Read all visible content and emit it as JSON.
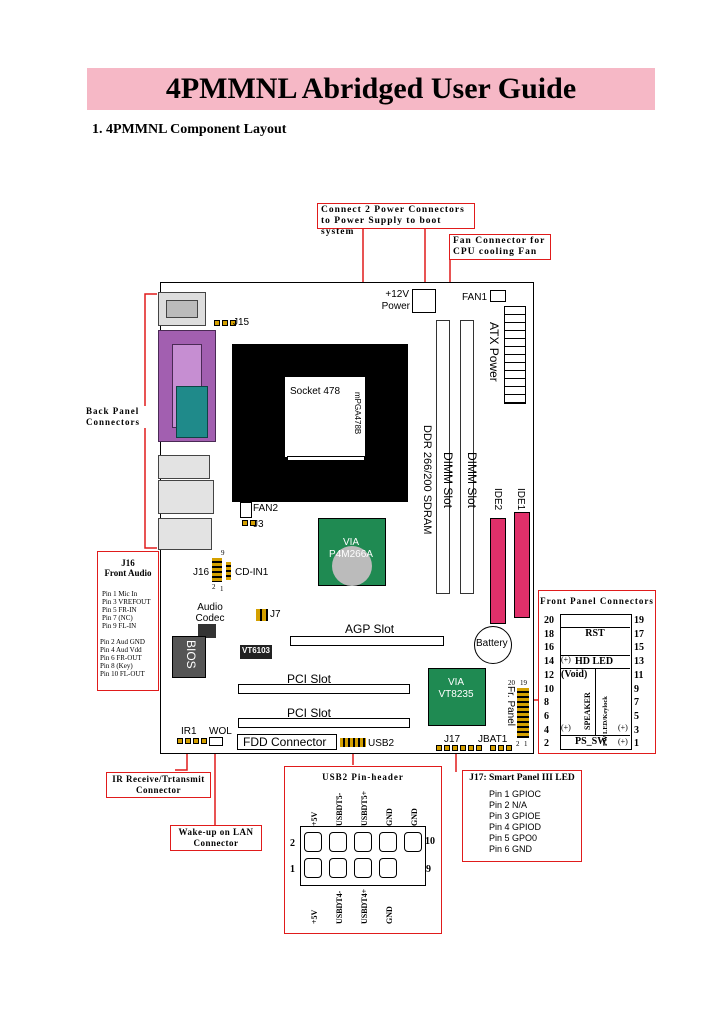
{
  "header": {
    "title": "4PMMNL Abridged User Guide",
    "subtitle": "1. 4PMMNL Component Layout"
  },
  "callouts": {
    "power_top": "Connect 2 Power Connectors",
    "power_bottom": "to Power Supply to boot system",
    "fan_top": "Fan Connector for",
    "fan_bottom": "CPU cooling Fan",
    "back_top": "Back Panel",
    "back_bottom": "Connectors",
    "ir_top": "IR Receive/Trtansmit",
    "ir_bottom": "Connector",
    "wol_top": "Wake-up on LAN",
    "wol_bottom": "Connector"
  },
  "board": {
    "plus12v": "+12V",
    "power": "Power",
    "fan1": "FAN1",
    "j15": "J15",
    "socket": "Socket 478",
    "mpga": "mPGA478B",
    "ddr": "DDR 266/200 SDRAM",
    "dimm1": "DIMM Slot",
    "dimm2": "DIMM Slot",
    "atx": "ATX Power",
    "ide2": "IDE2",
    "ide1": "IDE1",
    "fan2": "FAN2",
    "j3": "J3",
    "via_north_1": "VIA",
    "via_north_2": "P4M266A",
    "j16": "J16",
    "cdin": "CD-IN1",
    "j16_pin9": "9",
    "j16_pin2": "2",
    "j16_pin1": "1",
    "audio_1": "Audio",
    "audio_2": "Codec",
    "j7": "J7",
    "agp": "AGP Slot",
    "battery": "Battery",
    "bios": "BIOS",
    "vt6103": "VT6103",
    "pci1": "PCI Slot",
    "pci2": "PCI Slot",
    "via_south_1": "VIA",
    "via_south_2": "VT8235",
    "fr_panel": "Fr. Panel",
    "fr_20": "20",
    "fr_19": "19",
    "fr_2": "2",
    "fr_1": "1",
    "ir1": "IR1",
    "wol": "WOL",
    "fdd": "FDD Connector",
    "usb2": "USB2",
    "j17": "J17",
    "jbat1": "JBAT1"
  },
  "j16_box": {
    "title1": "J16",
    "title2": "Front Audio",
    "pins_a": [
      "Pin 1  Mic In",
      "Pin 3  VREFOUT",
      "Pin 5  FR-IN",
      "Pin 7  (NC)",
      "Pin 9 FL-IN"
    ],
    "pins_b": [
      "Pin 2  Aud GND",
      "Pin 4  Aud Vdd",
      "Pin 6  FR-OUT",
      "Pin 8  (Key)",
      "Pin 10 FL-OUT"
    ]
  },
  "front_panel": {
    "title": "Front Panel Connectors",
    "left_nums": [
      "20",
      "18",
      "16",
      "14",
      "12",
      "10",
      "8",
      "6",
      "4",
      "2"
    ],
    "right_nums": [
      "19",
      "17",
      "15",
      "13",
      "11",
      "9",
      "7",
      "5",
      "3",
      "1"
    ],
    "rst": "RST",
    "hd_led": "HD LED",
    "void": "(Void)",
    "speaker": "SPEAKER",
    "pwled": "PW LED/Keylock",
    "ps_sw": "PS_SW",
    "plus": "(+)"
  },
  "usb_box": {
    "title": "USB2 Pin-header",
    "top_labels": [
      "+5V",
      "USBDT5-",
      "USBDT5+",
      "GND",
      "GND"
    ],
    "bottom_labels": [
      "+5V",
      "USBDT4-",
      "USBDT4+",
      "GND"
    ],
    "n2": "2",
    "n10": "10",
    "n1": "1",
    "n9": "9"
  },
  "j17_box": {
    "title": "J17: Smart Panel III LED",
    "pins": [
      "Pin 1  GPIOC",
      "Pin 2  N/A",
      "Pin 3  GPIOE",
      "Pin 4  GPIOD",
      "Pin 5 GPO0",
      "Pin 6  GND"
    ]
  },
  "colors": {
    "title_bg": "#f6b8c6",
    "callout_border": "#e01b1b",
    "ide": "#e0306a",
    "parallel": "#a25fb0",
    "chip_green": "#1f8a52",
    "pin_gold": "#d4a000"
  }
}
